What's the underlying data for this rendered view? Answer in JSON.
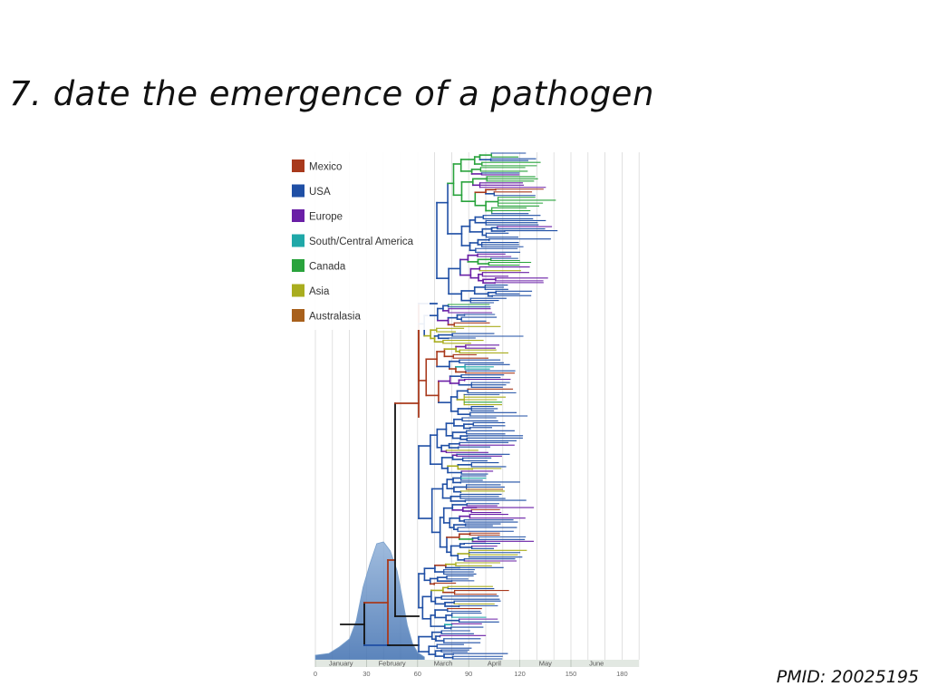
{
  "slide": {
    "title": "7. date the emergence of a pathogen",
    "citation": "PMID: 20025195"
  },
  "figure": {
    "legend": [
      {
        "label": "Mexico",
        "color": "#a8391c"
      },
      {
        "label": "USA",
        "color": "#1f4fa5"
      },
      {
        "label": "Europe",
        "color": "#6a1fa6"
      },
      {
        "label": "South/Central America",
        "color": "#1fa8a8"
      },
      {
        "label": "Canada",
        "color": "#29a33c"
      },
      {
        "label": "Asia",
        "color": "#a9ad1e"
      },
      {
        "label": "Australasia",
        "color": "#a8601c"
      }
    ],
    "months": [
      "January",
      "February",
      "March",
      "April",
      "May",
      "June"
    ],
    "axis_ticks": [
      "0",
      "30",
      "60",
      "90",
      "120",
      "150",
      "180"
    ]
  }
}
